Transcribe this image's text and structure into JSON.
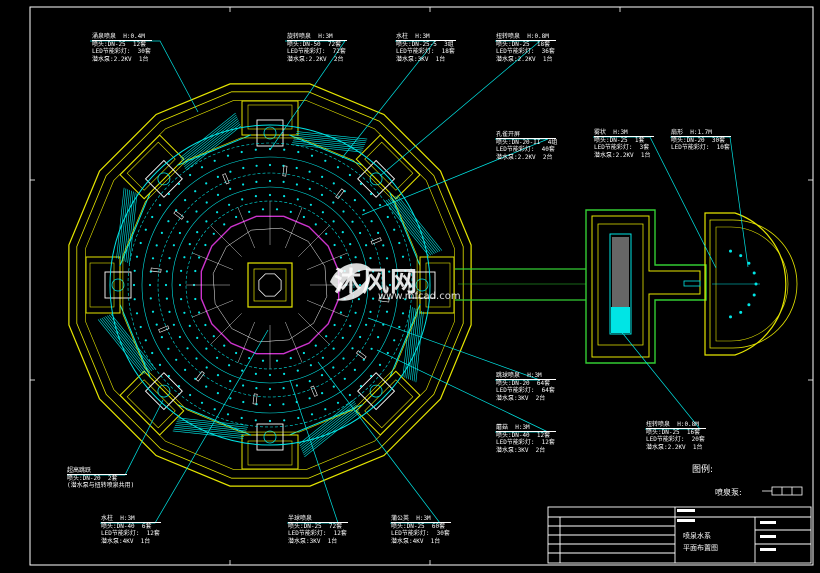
{
  "labels": [
    {
      "id": "l1",
      "title": "涌泉喷泉  H:0.4M",
      "lines": [
        "喷头:DN-25  12套",
        "LED节能彩灯:  30套",
        "潜水泵:2.2KV  1台"
      ]
    },
    {
      "id": "l2",
      "title": "旋转喷泉  H:3M",
      "lines": [
        "喷头:DN-50  72套",
        "LED节能彩灯:  72套",
        "潜水泵:2.2KV  2台"
      ]
    },
    {
      "id": "l3",
      "title": "水柱  H:3M",
      "lines": [
        "喷头:DN-25-5  3组",
        "LED节能彩灯:  18套",
        "潜水泵:3KV  1台"
      ]
    },
    {
      "id": "l4",
      "title": "扭转喷泉  H:0.8M",
      "lines": [
        "喷头:DN-25  18套",
        "LED节能彩灯:  36套",
        "潜水泵:2.2KV  1台"
      ]
    },
    {
      "id": "l5",
      "title": "孔雀开屏",
      "lines": [
        "喷头:DN-20-II  4组",
        "LED节能彩灯:  40套",
        "潜水泵:2.2KV  2台"
      ]
    },
    {
      "id": "l6",
      "title": "雾状  H:3M",
      "lines": [
        "喷头:DN-25  1套",
        "LED节能彩灯:  3套",
        "潜水泵:2.2KV  1台"
      ]
    },
    {
      "id": "l7",
      "title": "扇形  H:1.7M",
      "lines": [
        "喷头:DN-20  30套",
        "LED节能彩灯:  10套"
      ]
    },
    {
      "id": "l8",
      "title": "跳球喷泉  H:3M",
      "lines": [
        "喷头:DN-20  64套",
        "LED节能彩灯:  64套",
        "潜水泵:3KV  2台"
      ]
    },
    {
      "id": "l9",
      "title": "蘑菇  H:3M",
      "lines": [
        "喷头:DN-40  12套",
        "LED节能彩灯:  12套",
        "潜水泵:3KV  2台"
      ]
    },
    {
      "id": "l10",
      "title": "扭转喷泉  H:0.8M",
      "lines": [
        "喷头:DN-25  16套",
        "LED节能彩灯:  20套",
        "潜水泵:2.2KV  1台"
      ]
    },
    {
      "id": "l11",
      "title": "超高跳跃",
      "lines": [
        "喷头:DN-20  2套",
        "(潜水泵与扭转喷泉共用)"
      ]
    },
    {
      "id": "l12",
      "title": "水柱  H:3M",
      "lines": [
        "喷头:DN-40  6套",
        "LED节能彩灯:  12套",
        "潜水泵:4KV  1台"
      ]
    },
    {
      "id": "l13",
      "title": "半球喷泉",
      "lines": [
        "喷头:DN-25  72套",
        "LED节能彩灯:  12套",
        "潜水泵:3KV  1台"
      ]
    },
    {
      "id": "l14",
      "title": "蒲公英  H:3M",
      "lines": [
        "喷头:DN-25  60套",
        "LED节能彩灯:  30套",
        "潜水泵:4KV  1台"
      ]
    }
  ],
  "legend": {
    "title": "图例:",
    "pump_label": "喷泉泵:"
  },
  "title_block": {
    "line1": "喷泉水系",
    "line2": "平面布置图"
  },
  "watermark": {
    "brand": "沐风网",
    "url": "www.mfcad.com"
  },
  "colors": {
    "yellow": "#e6e600",
    "cyan": "#00e5e5",
    "green": "#33cc33",
    "magenta": "#cc33cc",
    "white": "#ffffff",
    "bg": "#000000"
  }
}
